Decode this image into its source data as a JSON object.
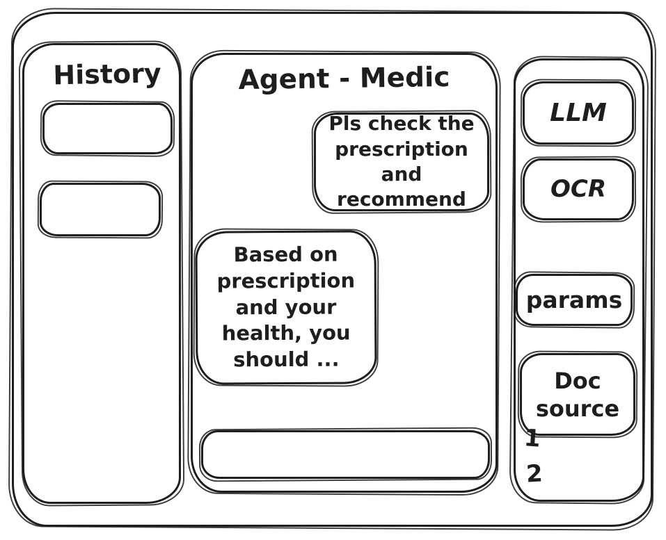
{
  "colors": {
    "ink": "#1e1e1e",
    "background": "#ffffff"
  },
  "left_sidebar": {
    "title": "History",
    "items": [
      {
        "label": ""
      },
      {
        "label": ""
      }
    ]
  },
  "chat": {
    "title": "Agent - Medic",
    "messages": [
      {
        "role": "user",
        "text": "Pls check the\nprescription\nand recommend"
      },
      {
        "role": "assistant",
        "text": "Based on\nprescription\nand your\nhealth, you\nshould ..."
      }
    ],
    "input": {
      "value": "",
      "placeholder": ""
    }
  },
  "right_sidebar": {
    "buttons": [
      {
        "label": "LLM"
      },
      {
        "label": "OCR"
      },
      {
        "label": "params"
      },
      {
        "label": "Doc\nsource"
      }
    ],
    "doc_list": [
      "1",
      "2"
    ]
  }
}
